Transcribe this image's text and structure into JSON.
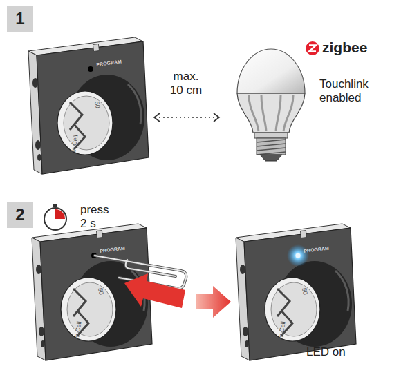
{
  "diagram": {
    "nodes": [
      {
        "text": [
          "1"
        ]
      },
      {
        "text": [
          "2"
        ]
      }
    ],
    "labels": [
      "PROGRAM",
      "50",
      "m Cell",
      "max. 10 cm",
      "zigbee",
      "Touchlink enabled",
      "press 2 s",
      "PROGRAM",
      "50",
      "m Cell",
      "PROGRAM",
      "50",
      "m Cell",
      "LED on"
    ]
  }
}
